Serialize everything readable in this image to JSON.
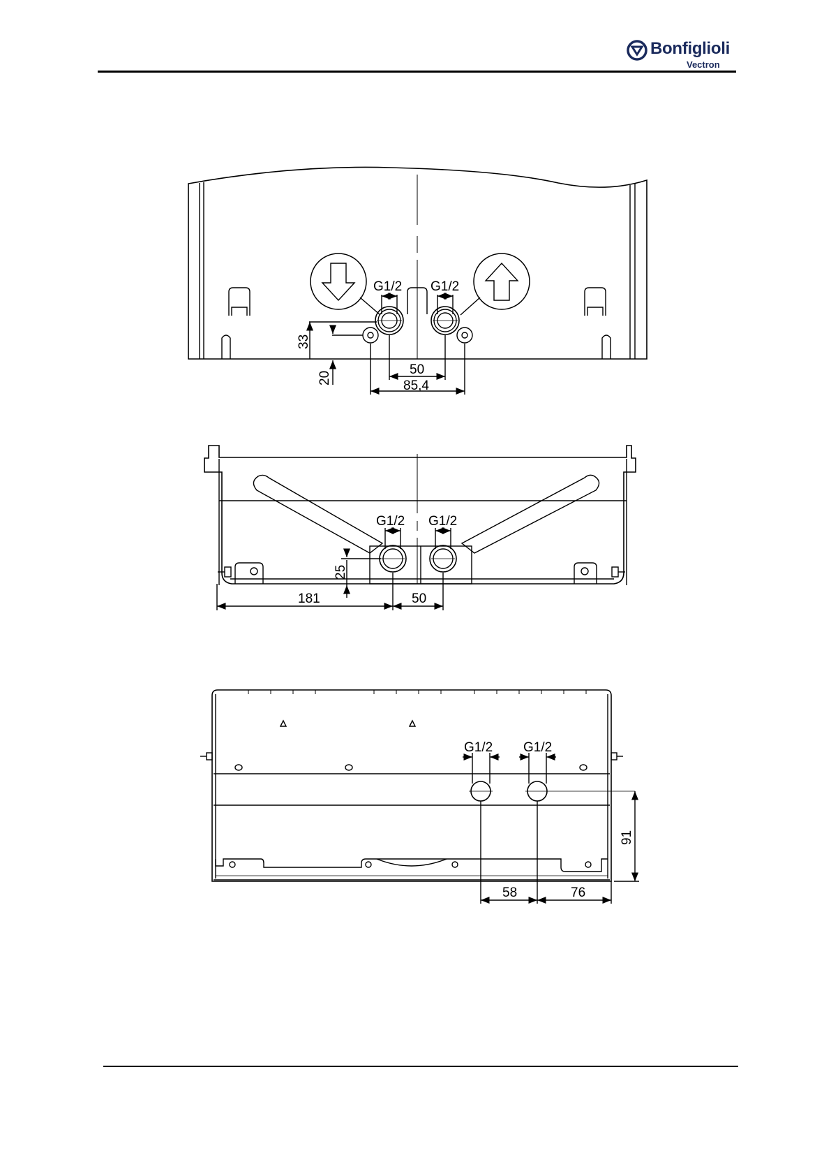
{
  "header": {
    "brand": "Bonfiglioli",
    "sub_brand": "Vectron"
  },
  "view_top": {
    "port_left_label": "G1/2",
    "port_right_label": "G1/2",
    "dim_vertical_33": "33",
    "dim_vertical_20": "20",
    "dim_horizontal_50": "50",
    "dim_horizontal_85_4": "85,4",
    "arrow_left_direction": "down",
    "arrow_right_direction": "up"
  },
  "view_middle": {
    "port_left_label": "G1/2",
    "port_right_label": "G1/2",
    "dim_vertical_25": "25",
    "dim_horizontal_181": "181",
    "dim_horizontal_50": "50"
  },
  "view_bottom": {
    "port_left_label": "G1/2",
    "port_right_label": "G1/2",
    "dim_vertical_91": "91",
    "dim_horizontal_58": "58",
    "dim_horizontal_76": "76"
  }
}
